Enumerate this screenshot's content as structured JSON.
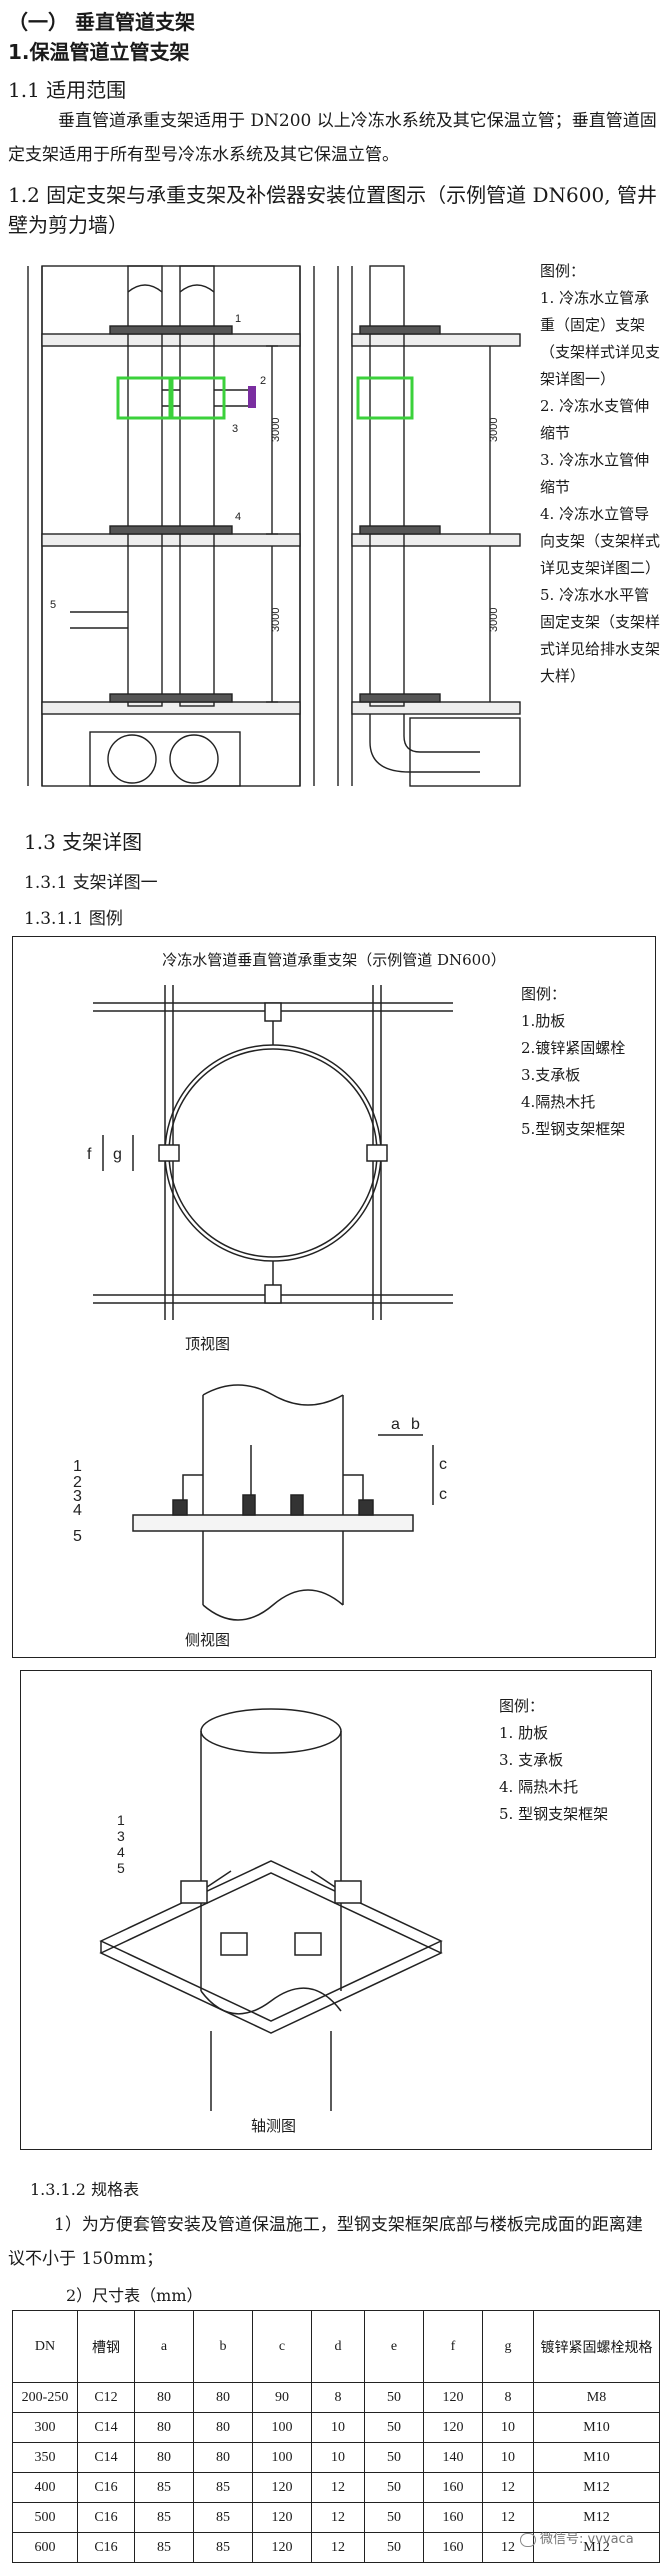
{
  "heading": {
    "part": "（一）  垂直管道支架",
    "section": "1.保温管道立管支架"
  },
  "s11": {
    "title": "1.1 适用范围",
    "para": "垂直管道承重支架适用于 DN200 以上冷冻水系统及其它保温立管；垂直管道固定支架适用于所有型号冷冻水系统及其它保温立管。"
  },
  "s12": {
    "title": "1.2 固定支架与承重支架及补偿器安装位置图示（示例管道 DN600, 管井壁为剪力墙）"
  },
  "fig1": {
    "legend_title": "图例：",
    "legend": [
      "1. 冷冻水立管承重（固定）支架（支架样式详见支架详图一）",
      "2. 冷冻水支管伸缩节",
      "3. 冷冻水立管伸缩节",
      "4. 冷冻水立管导向支架（支架样式详见支架详图二）",
      "5. 冷冻水水平管固定支架（支架样式详见给排水支架大样）"
    ],
    "dims": [
      "3000",
      "3000"
    ],
    "callouts": [
      "1",
      "2",
      "3",
      "4",
      "5"
    ]
  },
  "s13": {
    "title": "1.3 支架详图",
    "s131": "1.3.1 支架详图一",
    "s1311": "1.3.1.1 图例"
  },
  "fig2": {
    "title": "冷冻水管道垂直管道承重支架（示例管道 DN600）",
    "legend_title": "图例：",
    "legend": [
      "1.肋板",
      "2.镀锌紧固螺栓",
      "3.支承板",
      "4.隔热木托",
      "5.型钢支架框架"
    ],
    "top_caption": "顶视图",
    "side_caption": "侧视图",
    "labels": {
      "f": "f",
      "g": "g",
      "a": "a",
      "b": "b",
      "c": "c"
    },
    "side_nums": [
      "1",
      "2",
      "3",
      "4",
      "5"
    ]
  },
  "fig3": {
    "legend_title": "图例：",
    "legend": [
      "1. 肋板",
      "3. 支承板",
      "4. 隔热木托",
      "5. 型钢支架框架"
    ],
    "caption": "轴测图",
    "nums": [
      "1",
      "3",
      "4",
      "5"
    ]
  },
  "s1312": {
    "title": "1.3.1.2 规格表",
    "note": "1）为方便套管安装及管道保温施工，型钢支架框架底部与楼板完成面的距离建议不小于 150mm；",
    "table_title": "2）尺寸表（mm）"
  },
  "table": {
    "headers": [
      "DN",
      "槽钢",
      "a",
      "b",
      "c",
      "d",
      "e",
      "f",
      "g",
      "镀锌紧固螺栓规格"
    ],
    "rows": [
      [
        "200-250",
        "C12",
        "80",
        "80",
        "90",
        "8",
        "50",
        "120",
        "8",
        "M8"
      ],
      [
        "300",
        "C14",
        "80",
        "80",
        "100",
        "10",
        "50",
        "120",
        "10",
        "M10"
      ],
      [
        "350",
        "C14",
        "80",
        "80",
        "100",
        "10",
        "50",
        "140",
        "10",
        "M10"
      ],
      [
        "400",
        "C16",
        "85",
        "85",
        "120",
        "12",
        "50",
        "160",
        "12",
        "M12"
      ],
      [
        "500",
        "C16",
        "85",
        "85",
        "120",
        "12",
        "50",
        "160",
        "12",
        "M12"
      ],
      [
        "600",
        "C16",
        "85",
        "85",
        "120",
        "12",
        "50",
        "160",
        "12",
        "M12"
      ]
    ]
  },
  "watermark": "微信号: vvvaca",
  "colors": {
    "ink": "#1a1a1a",
    "green": "#3bd13b",
    "purple": "#7a2ea0"
  }
}
